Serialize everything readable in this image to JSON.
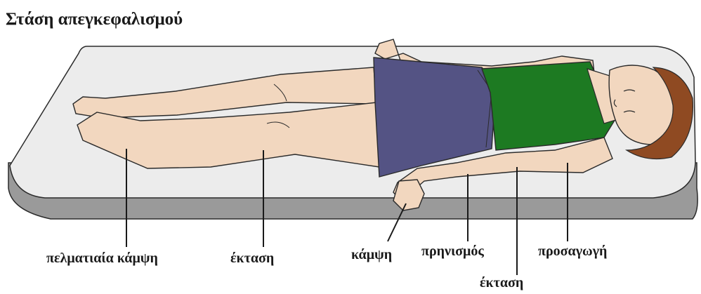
{
  "title": "Στάση απεγκεφαλισμού",
  "labels": {
    "plantar_flexion": "πελματιαία κάμψη",
    "leg_extension": "έκταση",
    "wrist_flexion": "κάμψη",
    "pronation": "πρηνισμός",
    "elbow_extension": "έκταση",
    "adduction": "προσαγωγή"
  },
  "colors": {
    "mattress_top": "#ececec",
    "mattress_side": "#9a9a9a",
    "skin": "#f2d7bf",
    "shorts": "#545384",
    "shirt": "#1d7a22",
    "hair": "#8f4a22",
    "outline": "#2a2a2a"
  }
}
